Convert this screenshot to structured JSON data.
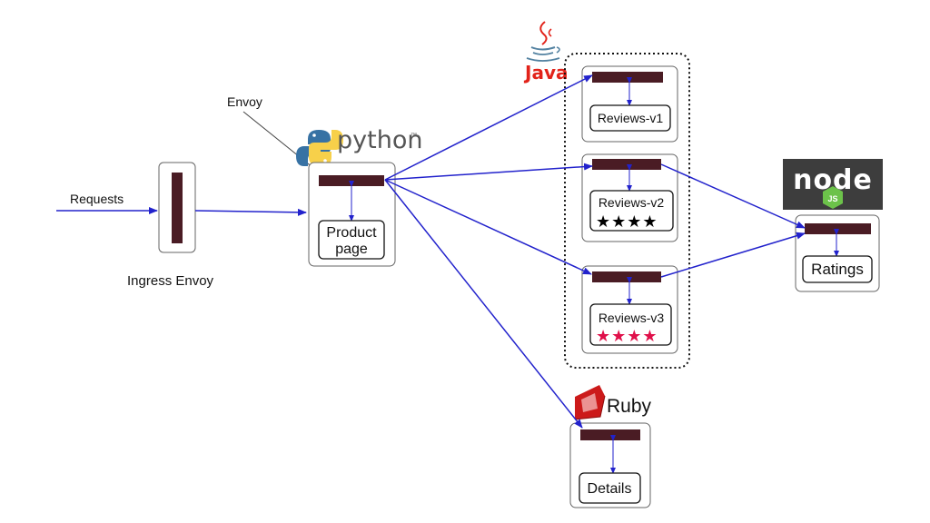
{
  "labels": {
    "requests": "Requests",
    "ingress": "Ingress Envoy",
    "envoy": "Envoy"
  },
  "logos": {
    "python_text": "python",
    "python_tm": "™",
    "java_text": "Java",
    "ruby_text": "Ruby",
    "node_text": "node",
    "node_js": "JS"
  },
  "services": {
    "productpage": {
      "line1": "Product",
      "line2": "page"
    },
    "reviews_v1": {
      "label": "Reviews-v1"
    },
    "reviews_v2": {
      "label": "Reviews-v2",
      "stars": "★★★★"
    },
    "reviews_v3": {
      "label": "Reviews-v3",
      "stars": "★★★★"
    },
    "ratings": {
      "label": "Ratings"
    },
    "details": {
      "label": "Details"
    }
  },
  "colors": {
    "arrow": "#2222cc",
    "sidecar": "#4a1c24",
    "star_v2": "#000000",
    "star_v3": "#e0104a",
    "node_bg": "#3d3d3d",
    "node_green": "#6cc24a",
    "java_red": "#e2231a",
    "java_blue": "#5382a1",
    "ruby_red": "#cc1a1a",
    "python_blue": "#3772a4",
    "python_yellow": "#f7d04a"
  }
}
